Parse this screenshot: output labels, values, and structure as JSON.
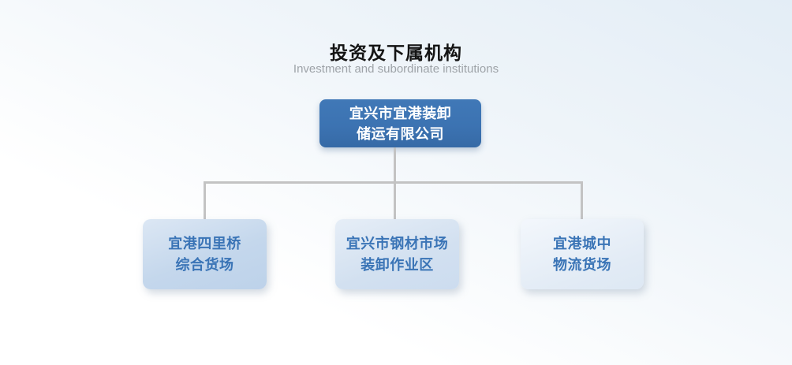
{
  "header": {
    "title": "投资及下属机构",
    "subtitle": "Investment and subordinate institutions"
  },
  "org_chart": {
    "root": {
      "name": "宜兴市宜港装卸储运有限公司",
      "name_lines": [
        "宜兴市宜港装卸",
        "储运有限公司"
      ]
    },
    "children": [
      {
        "name": "宜港四里桥综合货场",
        "name_lines": [
          "宜港四里桥",
          "综合货场"
        ]
      },
      {
        "name": "宜兴市钢材市场装卸作业区",
        "name_lines": [
          "宜兴市钢材市场",
          "装卸作业区"
        ]
      },
      {
        "name": "宜港城中物流货场",
        "name_lines": [
          "宜港城中",
          "物流货场"
        ]
      }
    ]
  },
  "colors": {
    "title_text": "#141414",
    "subtitle_text": "#9EA3A8",
    "root_box_bg": "#3C73B2",
    "root_box_text": "#FFFFFF",
    "child_box_text": "#3A74B6",
    "child_box_bg_1": "#C4D7EC",
    "child_box_bg_2": "#D2E0F0",
    "child_box_bg_3": "#E2EBF5",
    "connector_line": "#C3C3C3",
    "page_bg_top": "#E3EDF6"
  }
}
